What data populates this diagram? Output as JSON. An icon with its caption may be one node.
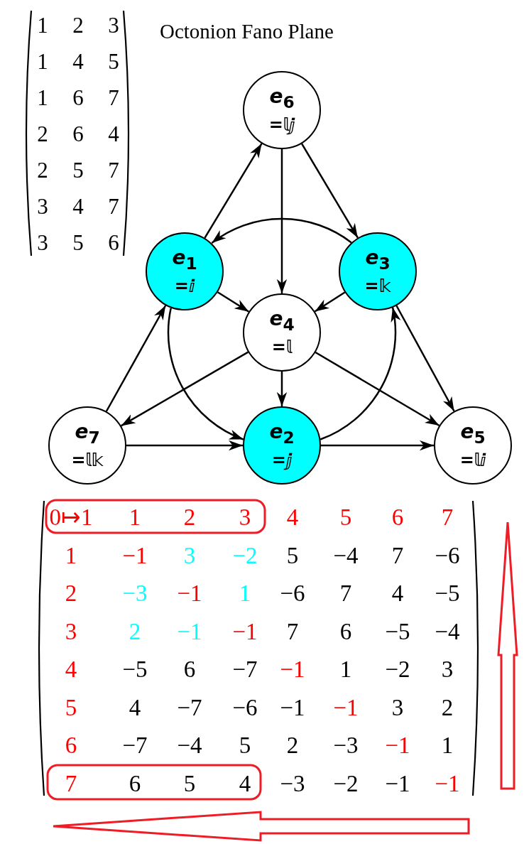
{
  "diagram": {
    "title": "Octonion Fano Plane",
    "nodes": [
      {
        "text": [
          "*e*$_{6}$",
          "=𝕝ⅉ"
        ]
      },
      {
        "text": [
          "*e*$_{1}$",
          "=ⅈ"
        ]
      },
      {
        "text": [
          "*e*$_{3}$",
          "=𝕜"
        ]
      },
      {
        "text": [
          "*e*$_{4}$",
          "=𝕝"
        ]
      },
      {
        "text": [
          "*e*$_{7}$",
          "=𝕝𝕜"
        ]
      },
      {
        "text": [
          "*e*$_{2}$",
          "=ⅉ"
        ]
      },
      {
        "text": [
          "*e*$_{5}$",
          "=𝕝ⅈ"
        ]
      }
    ],
    "edges": [
      {
        "from": 4,
        "to": 1,
        "arrow": "to"
      },
      {
        "from": 1,
        "to": 0,
        "arrow": "to"
      },
      {
        "from": 0,
        "to": 2,
        "arrow": "to"
      },
      {
        "from": 2,
        "to": 6,
        "arrow": "to"
      },
      {
        "from": 4,
        "to": 5,
        "arrow": "to"
      },
      {
        "from": 5,
        "to": 6,
        "arrow": "to"
      },
      {
        "from": 0,
        "to": 3,
        "arrow": "to"
      },
      {
        "from": 3,
        "to": 5,
        "arrow": "to"
      },
      {
        "from": 1,
        "to": 3,
        "arrow": "to"
      },
      {
        "from": 2,
        "to": 3,
        "arrow": "to"
      },
      {
        "from": 3,
        "to": 4,
        "arrow": "to"
      },
      {
        "from": 3,
        "to": 6,
        "arrow": "to"
      },
      {
        "from": 2,
        "to": 1,
        "arrow": "to"
      },
      {
        "from": 1,
        "to": 5,
        "arrow": "to"
      },
      {
        "from": 5,
        "to": 2,
        "arrow": "to"
      }
    ],
    "labels": [
      "1",
      "2",
      "3",
      "1",
      "4",
      "5",
      "1",
      "6",
      "7",
      "2",
      "6",
      "4",
      "2",
      "5",
      "7",
      "3",
      "4",
      "7",
      "3",
      "5",
      "6",
      "0↦1",
      "1",
      "2",
      "3",
      "4",
      "5",
      "6",
      "7",
      "1",
      "−1",
      "3",
      "−2",
      "5",
      "−4",
      "7",
      "−6",
      "2",
      "−3",
      "−1",
      "1",
      "−6",
      "7",
      "4",
      "−5",
      "3",
      "2",
      "−1",
      "−1",
      "7",
      "6",
      "−5",
      "−4",
      "4",
      "−5",
      "6",
      "−7",
      "−1",
      "1",
      "−2",
      "3",
      "5",
      "4",
      "−7",
      "−6",
      "−1",
      "−1",
      "3",
      "2",
      "6",
      "−7",
      "−4",
      "5",
      "2",
      "−3",
      "−1",
      "1",
      "7",
      "6",
      "5",
      "4",
      "−3",
      "−2",
      "−1",
      "−1"
    ]
  }
}
